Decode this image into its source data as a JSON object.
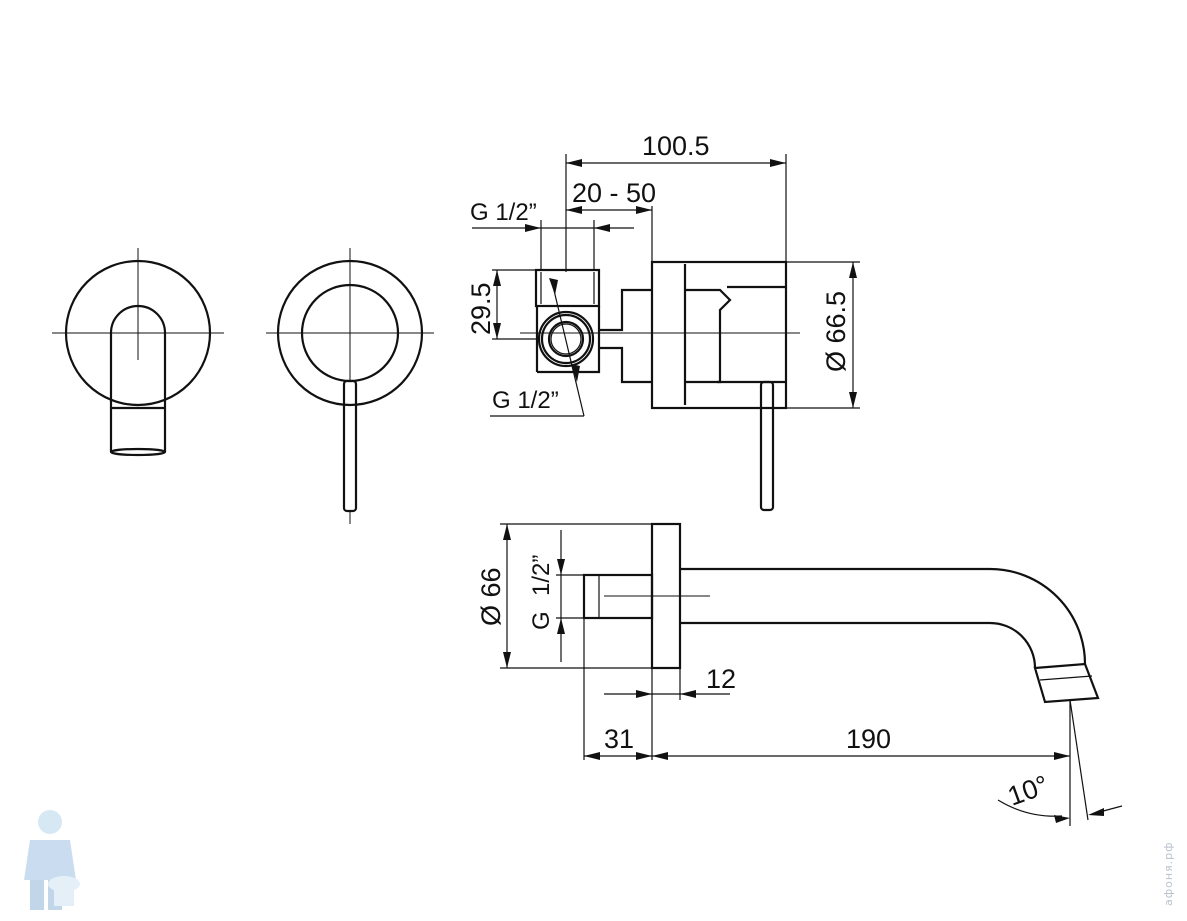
{
  "dimensions": {
    "overall_depth": "100.5",
    "adjust_range": "20 - 50",
    "inlet_thread_top": "G 1/2”",
    "inlet_height": "29.5",
    "inlet_thread_bottom": "G  1/2”",
    "plate_diameter_front": "Ø 66.5",
    "plate_diameter_side": "Ø 66",
    "spout_thread_g": "G",
    "spout_thread_size": "1/2”",
    "plate_thickness": "12",
    "spout_body_depth": "31",
    "spout_length": "190",
    "spout_angle": "10°"
  },
  "watermark": {
    "text": "афоня.рф"
  }
}
